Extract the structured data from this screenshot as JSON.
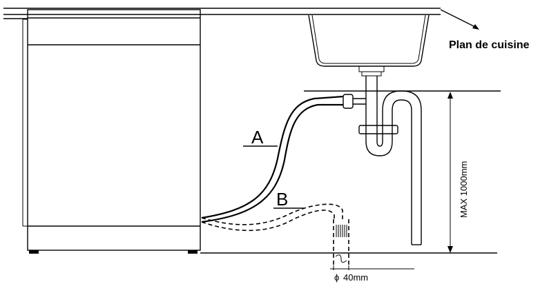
{
  "labels": {
    "countertop": "Plan de cuisine",
    "hose_a": "A",
    "hose_b": "B",
    "max_height": "MAX 1000mm",
    "diameter_symbol": "ϕ",
    "diameter_value": "40mm"
  }
}
